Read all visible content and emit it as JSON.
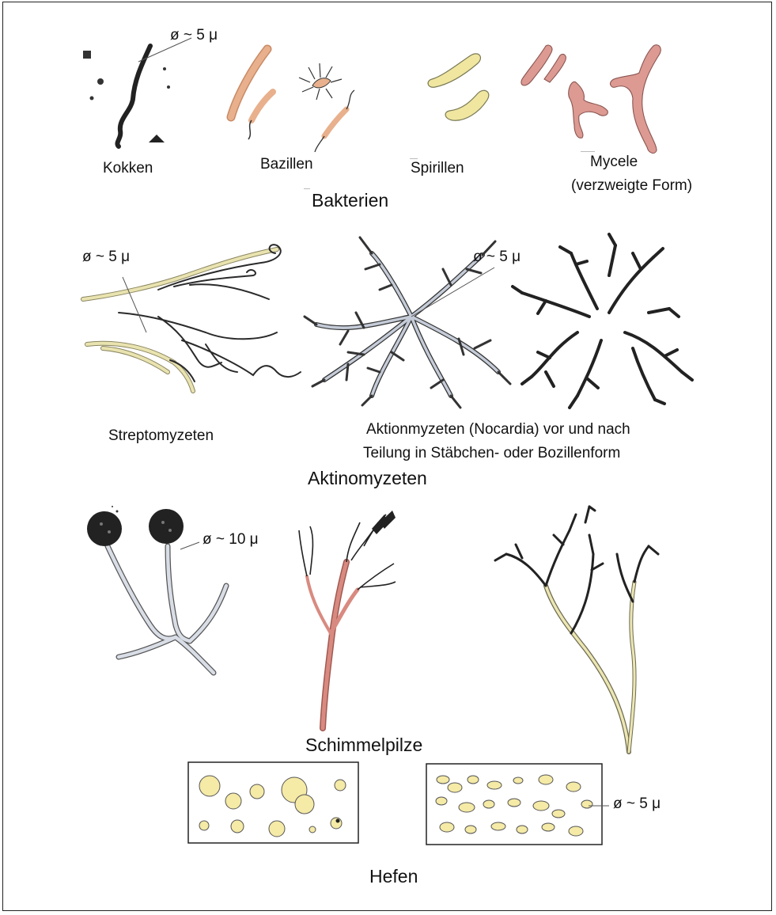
{
  "sections": {
    "bakterien": {
      "title": "Bakterien",
      "labels": [
        "Kokken",
        "Bazillen",
        "Spirillen",
        "Mycele",
        "(verzweigte Form)"
      ],
      "size_note": "ø ~ 5 μ"
    },
    "aktinomyzeten": {
      "title": "Aktinomyzeten",
      "labels": [
        "Streptomyzeten",
        "Aktionmyzeten (Nocardia) vor und nach",
        "Teilung in Stäbchen- oder Bozillenform"
      ],
      "size_note_left": "ø ~ 5 μ",
      "size_note_mid": "ø ~ 5 μ"
    },
    "schimmelpilze": {
      "title": "Schimmelpilze",
      "size_note": "ø ~ 10 μ"
    },
    "hefen": {
      "title": "Hefen",
      "size_note": "ø ~ 5 μ"
    }
  },
  "colors": {
    "bacilli": "#e8b08c",
    "spirilla": "#f0e6a0",
    "mycel": "#dc9a93",
    "strepto": "#e9e3b0",
    "nocardia": "#c5ccd8",
    "mould_stalk": "#d8dde6",
    "mould_red": "#d98a80",
    "yeast": "#f5eaa6",
    "ink": "#222222"
  }
}
